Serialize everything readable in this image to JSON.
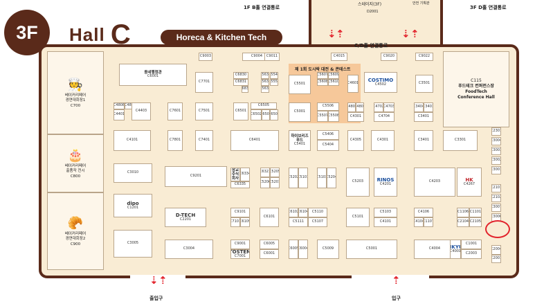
{
  "header": {
    "floor": "3F",
    "hall_word": "Hall",
    "hall_letter": "C",
    "tag": "Horeca & Kitchen Tech",
    "top_left_label": "1F B홀 연결통로",
    "top_right_label": "3F D홀 연결통로",
    "stage_label": "스테이지(3F)",
    "stage_code": "D2001",
    "center_label": "안전 기획관",
    "corridor_label": "C/D홀 연결통로"
  },
  "footer": {
    "entrance_label": "출입구",
    "entry_label": "입구"
  },
  "left_zones": [
    {
      "label": "베이커리페어\n경연대회장1",
      "code": "C700",
      "icon": "chef-hat-icon"
    },
    {
      "label": "베이커리페어\n출품작 전시",
      "code": "C800",
      "icon": "cake-icon"
    },
    {
      "label": "베이커리페어\n경연대회장2",
      "code": "C900",
      "icon": "croissant-icon"
    }
  ],
  "right_zone": {
    "code": "C115",
    "label": "푸드테크 컨퍼런스장",
    "label_en": "FoodTech\nConference Hall"
  },
  "highlight_title": "제 1회 도시락 대전 & 콘테스트",
  "booths": [
    {
      "code": "C9003"
    },
    {
      "code": "C9004"
    },
    {
      "code": "C9011"
    },
    {
      "code": "C4015"
    },
    {
      "code": "C9020"
    },
    {
      "code": "C9022"
    },
    {
      "code": "C6001",
      "name": "동네행정관"
    },
    {
      "code": "C7701"
    },
    {
      "code": "C6830"
    },
    {
      "code": "C6831"
    },
    {
      "code": "C6832"
    },
    {
      "code": "C5637"
    },
    {
      "code": "C5638"
    },
    {
      "code": "C5639"
    },
    {
      "code": "C5540"
    },
    {
      "code": "C5550"
    },
    {
      "code": "C5501"
    },
    {
      "code": "C5607"
    },
    {
      "code": "C5608"
    },
    {
      "code": "C5609"
    },
    {
      "code": "C5610"
    },
    {
      "code": "C4601"
    },
    {
      "code": "C4502",
      "logo": "COSTIMO"
    },
    {
      "code": "C3501"
    },
    {
      "code": "C4808"
    },
    {
      "code": "C4809"
    },
    {
      "code": "C4401"
    },
    {
      "code": "C4403"
    },
    {
      "code": "C7601"
    },
    {
      "code": "C7501"
    },
    {
      "code": "C6501"
    },
    {
      "code": "C6505"
    },
    {
      "code": "C6502"
    },
    {
      "code": "C6503"
    },
    {
      "code": "C6504"
    },
    {
      "code": "C5001"
    },
    {
      "code": "C5506"
    },
    {
      "code": "C5507"
    },
    {
      "code": "C5508"
    },
    {
      "code": "C4803"
    },
    {
      "code": "C4804"
    },
    {
      "code": "C4301"
    },
    {
      "code": "C4702"
    },
    {
      "code": "C4703"
    },
    {
      "code": "C4704"
    },
    {
      "code": "C3404"
    },
    {
      "code": "C3403"
    },
    {
      "code": "C3401"
    },
    {
      "code": "C4101"
    },
    {
      "code": "C7801"
    },
    {
      "code": "C7401"
    },
    {
      "code": "C6401"
    },
    {
      "code": "C5401",
      "name": "하이브리즈푸드"
    },
    {
      "code": "C5406"
    },
    {
      "code": "C5404"
    },
    {
      "code": "C4305"
    },
    {
      "code": "C4301"
    },
    {
      "code": "C3401"
    },
    {
      "code": "C3301"
    },
    {
      "code": "C2301"
    },
    {
      "code": "C3004"
    },
    {
      "code": "C3003"
    },
    {
      "code": "C3002"
    },
    {
      "code": "C3001"
    },
    {
      "code": "C3010"
    },
    {
      "code": "C9201"
    },
    {
      "code": "C7201",
      "name": "대아상교주식회사"
    },
    {
      "code": "C6334"
    },
    {
      "code": "C6335"
    },
    {
      "code": "C6321"
    },
    {
      "code": "C5205"
    },
    {
      "code": "C5206"
    },
    {
      "code": "C5201"
    },
    {
      "code": "C5202"
    },
    {
      "code": "C5101"
    },
    {
      "code": "C5103"
    },
    {
      "code": "C5204"
    },
    {
      "code": "C5203"
    },
    {
      "code": "C4201",
      "logo": "RINOS"
    },
    {
      "code": "C4203"
    },
    {
      "code": "C4267",
      "logo": "HK"
    },
    {
      "code": "C1201",
      "logo": "dipo"
    },
    {
      "code": "C2201",
      "logo": "D-TECH"
    },
    {
      "code": "C9101"
    },
    {
      "code": "C7101"
    },
    {
      "code": "C6109"
    },
    {
      "code": "C6101"
    },
    {
      "code": "C6102"
    },
    {
      "code": "C6104"
    },
    {
      "code": "C5110"
    },
    {
      "code": "C5111"
    },
    {
      "code": "C5107"
    },
    {
      "code": "C5101"
    },
    {
      "code": "C5103"
    },
    {
      "code": "C4101"
    },
    {
      "code": "C4106"
    },
    {
      "code": "C4104"
    },
    {
      "code": "C1107"
    },
    {
      "code": "C1106"
    },
    {
      "code": "C1101"
    },
    {
      "code": "C2104"
    },
    {
      "code": "C2105"
    },
    {
      "code": "C2101"
    },
    {
      "code": "C2102"
    },
    {
      "code": "C3007"
    },
    {
      "code": "C3006"
    },
    {
      "code": "C3005"
    },
    {
      "code": "C3004"
    },
    {
      "code": "C9001"
    },
    {
      "code": "C7001",
      "logo": "TOSTEM"
    },
    {
      "code": "C6005"
    },
    {
      "code": "C6001"
    },
    {
      "code": "C6005"
    },
    {
      "code": "C6004"
    },
    {
      "code": "C5009"
    },
    {
      "code": "C5001"
    },
    {
      "code": "C4004"
    },
    {
      "code": "C4001",
      "logo": "SUNKYUNG"
    },
    {
      "code": "C1001"
    },
    {
      "code": "C2003"
    },
    {
      "code": "C2004"
    },
    {
      "code": "C2001"
    },
    {
      "code": "C3002"
    },
    {
      "code": "C3001"
    }
  ]
}
